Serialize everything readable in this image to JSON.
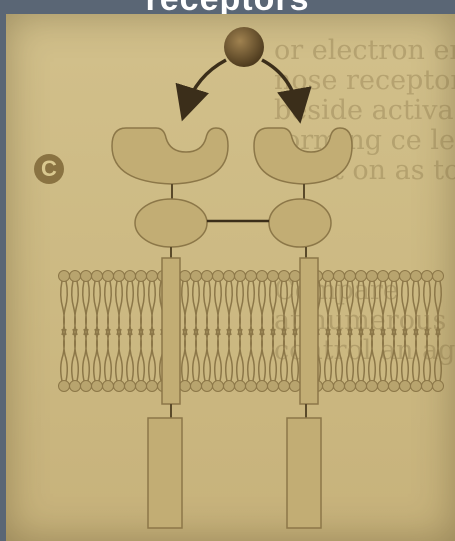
{
  "title": "receptors",
  "panel_label": "C",
  "background_text": "or electron emitance\nnose receptors that para\nbeside activa path\nforming ce le\nment on as to\n\n\n\nCompare\nat numerous the\ncontrol an agonist",
  "colors": {
    "slide_background": "#5a6675",
    "paper": "#ccb982",
    "protein_fill": "#c2ad74",
    "protein_stroke": "#8c7748",
    "ligand": "#5f4a28",
    "arrow": "#3b2e1a",
    "lipid_head": "#b8a46e",
    "lipid_tail": "#8c7748"
  },
  "diagram": {
    "ligand": "signal-molecule",
    "receptors": [
      "left-receptor",
      "right-receptor"
    ],
    "dimerization_link": true
  }
}
